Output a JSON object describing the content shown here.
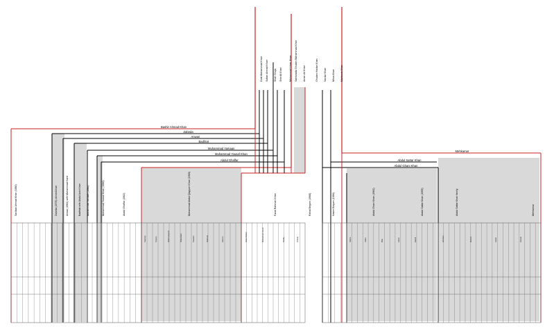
{
  "colors": {
    "red_line": "#cc1f1f",
    "black_line": "#000000",
    "grey_fill": "#d9d9d9",
    "white_fill": "#ffffff",
    "grid_line": "#555555"
  },
  "top_annotations": [
    "Aman Ali Khan",
    "Sahibzada Ghulam Muhammad Khan",
    "Mohammad Umar Khan",
    "Sherdil Khan",
    "Shah Shuja",
    "Sultan Ahmad Khan",
    "Dost Muhammad Khan",
    "Ghulam Haidar Khan",
    "Sardar Khan",
    "Mirza Khan",
    "Mahboob Khan"
  ],
  "generation_bars": [
    {
      "label": "Bashir Ahmad Khan"
    },
    {
      "label": "Zabeda"
    },
    {
      "label": "Anwari"
    },
    {
      "label": "Badhtat"
    },
    {
      "label": "Muhammad Yamaan"
    },
    {
      "label": "Muhammad Yousaf Khan"
    },
    {
      "label": "Abdul Ghaffar"
    },
    {
      "label": "Mehkamar"
    },
    {
      "label": "Abdul Sattar Khan"
    },
    {
      "label": "Abdul Ghani Khan"
    }
  ],
  "columns": [
    {
      "label": "Sardaar Ahmad Khan (1980)"
    },
    {
      "label": "Zubeda (1976) ahmed khan"
    },
    {
      "label": "Anwar (1984) wife Mohammad Hanif"
    },
    {
      "label": "Badhtat wife Abdul Aziz Khan"
    },
    {
      "label": "Muhammad Yamaan (1982)"
    },
    {
      "label": "Muhammad Yousaf Khan (1960)"
    },
    {
      "label": "Abdul Ghaffar (1962)"
    },
    {
      "label": "Muhammad Abdul Qayyum Khan (1960)"
    },
    {
      "label": "Fazal Rahman Khan"
    },
    {
      "label": "Rahat Begum (1968)"
    },
    {
      "label": "Nasim Begum (1966)"
    },
    {
      "label": "Abdul Ghani Khan (1962)"
    },
    {
      "label": "Abdul Sattar Khan (1955)"
    },
    {
      "label": "Abdul Sattar Khan family"
    },
    {
      "label": "Mehkamar"
    }
  ],
  "sub_columns": [
    {
      "label": "Nasreen"
    },
    {
      "label": "Noreen"
    },
    {
      "label": "Abdul Qayyum"
    },
    {
      "label": "Shamshad"
    },
    {
      "label": "Naseem"
    },
    {
      "label": "Shahzad"
    },
    {
      "label": "Haroon"
    },
    {
      "label": "Abdul Wahid"
    },
    {
      "label": "Muhammad Javed"
    },
    {
      "label": "Shafiq"
    },
    {
      "label": "Arshad"
    },
    {
      "label": "Saima"
    },
    {
      "label": "Sadia"
    },
    {
      "label": "Bilal"
    },
    {
      "label": "Aamir"
    },
    {
      "label": "Kashif"
    },
    {
      "label": "Ali Raza"
    },
    {
      "label": "Mohsin"
    },
    {
      "label": "Faisal"
    },
    {
      "label": "Usman"
    }
  ]
}
